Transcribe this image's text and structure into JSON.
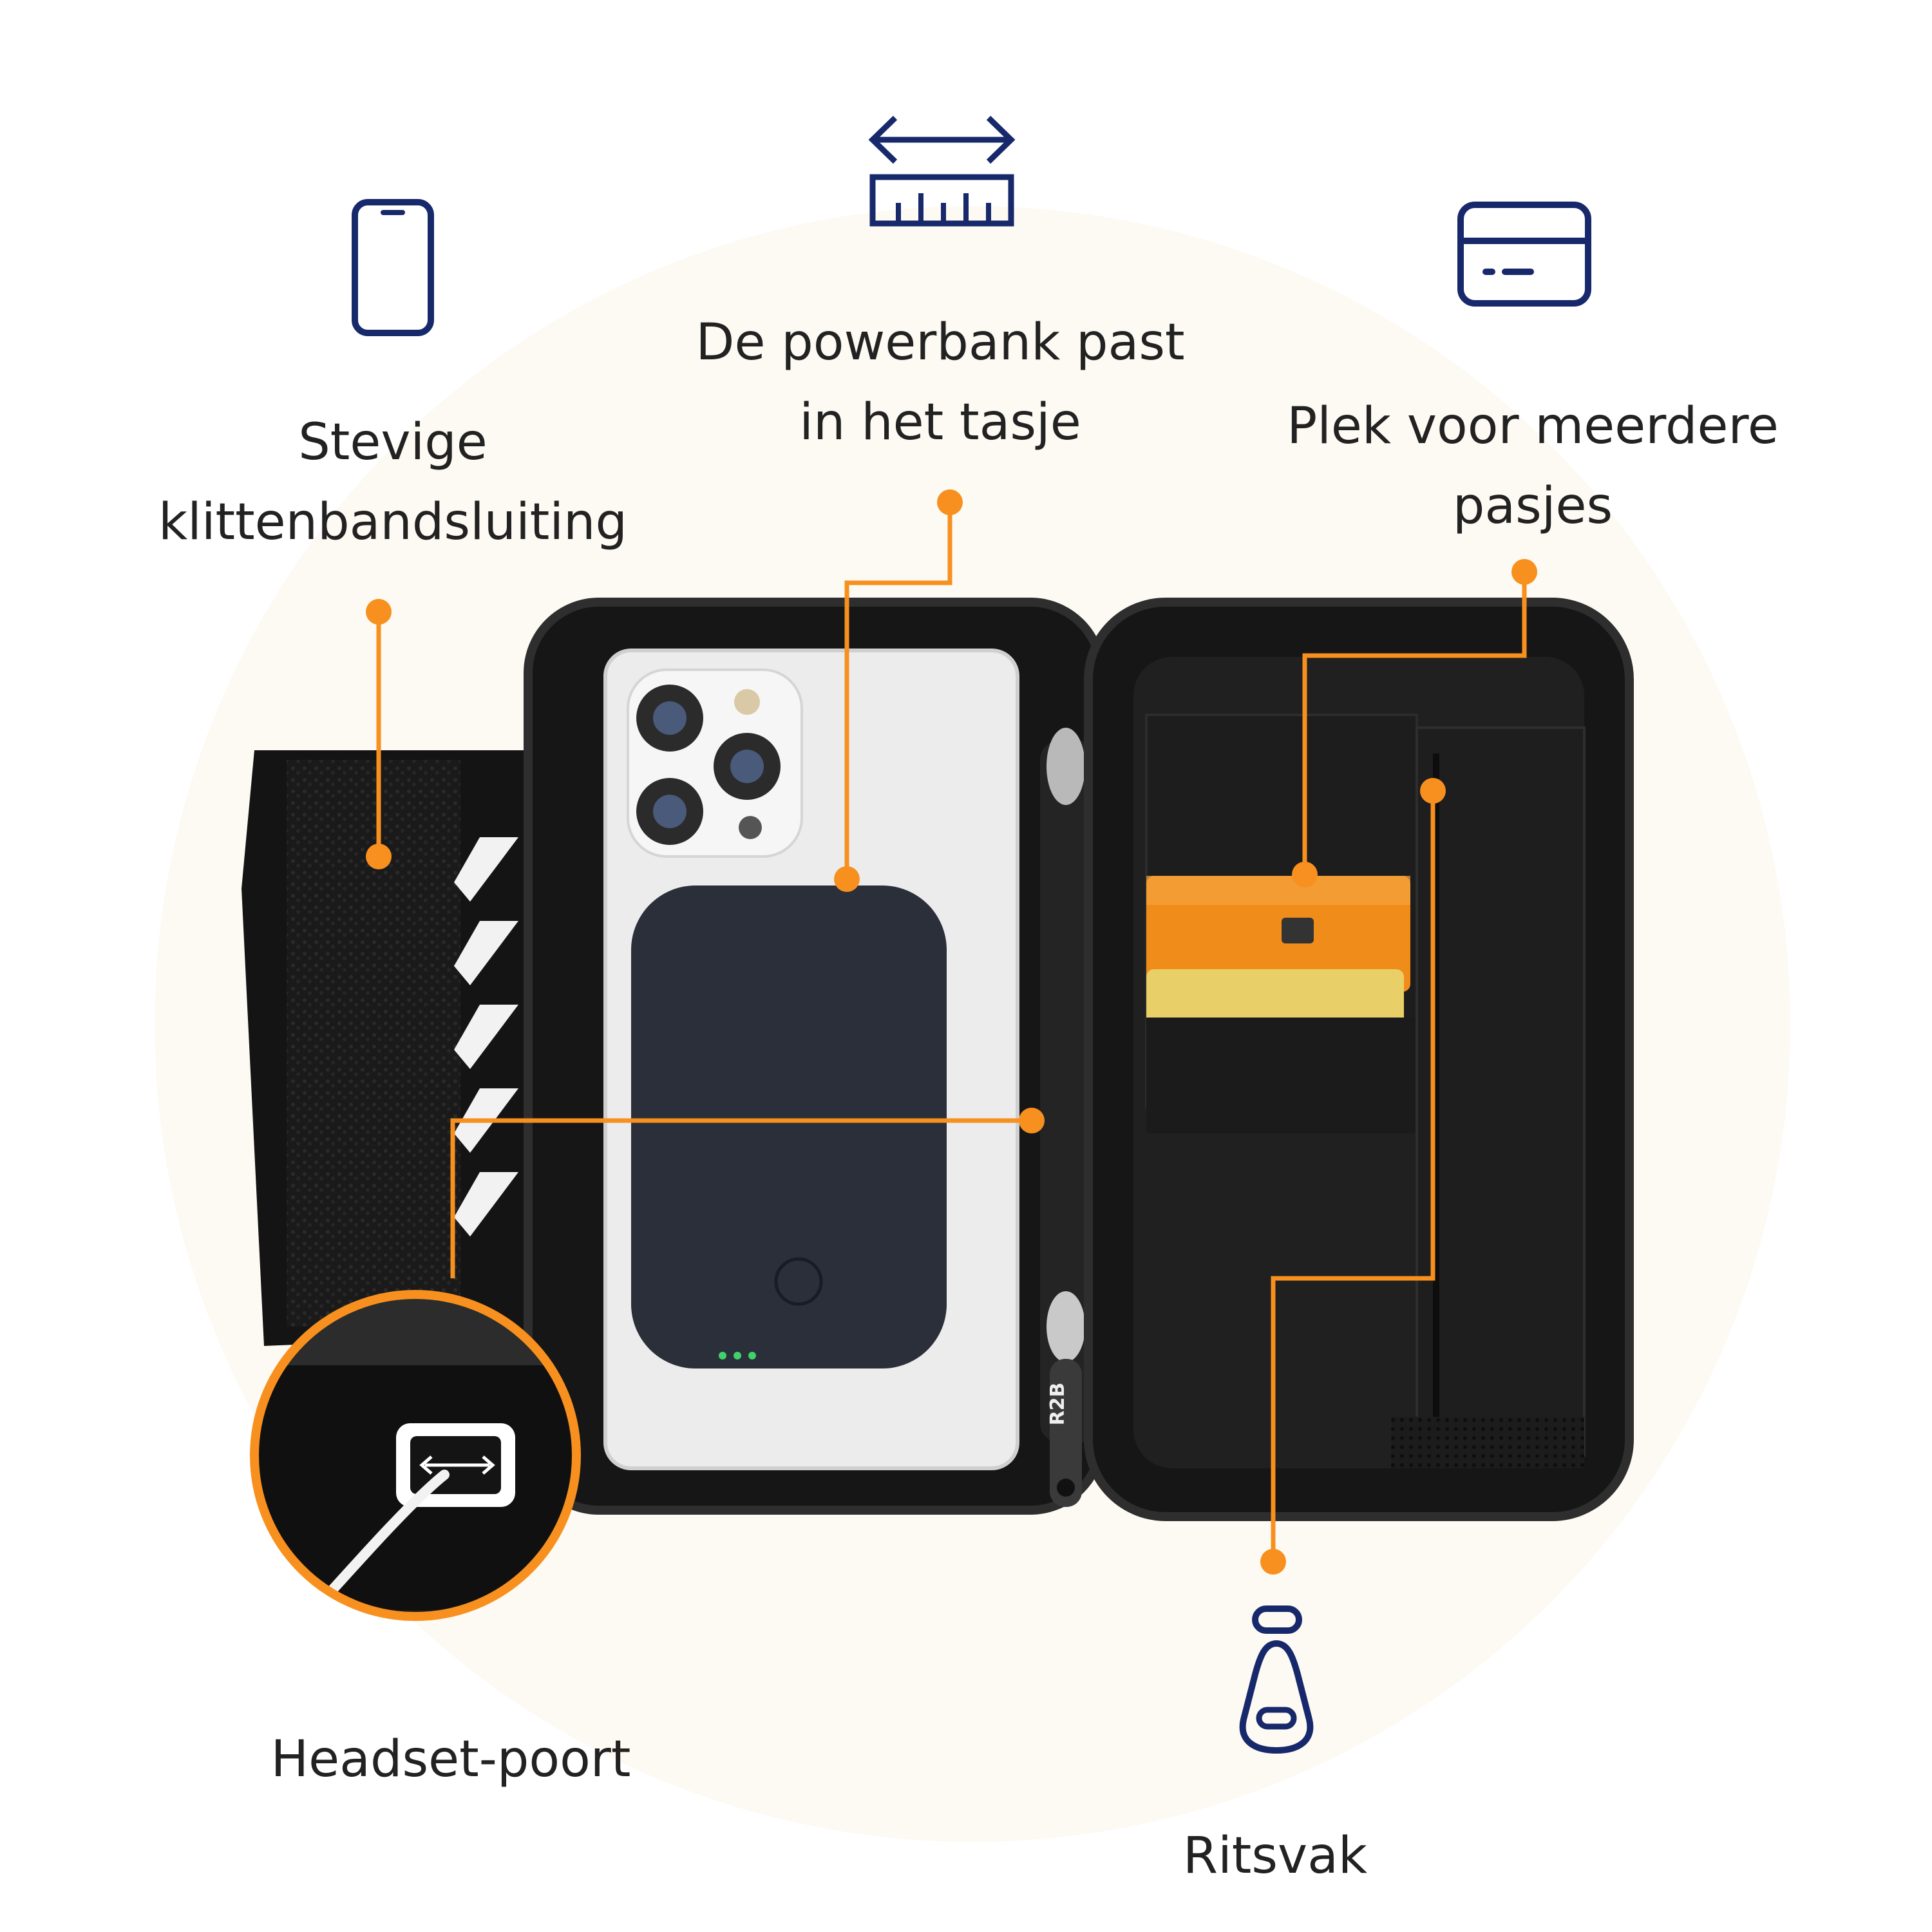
{
  "colors": {
    "background_circle": "#fdfaf3",
    "accent": "#f7901e",
    "icon": "#17296b",
    "text": "#222222",
    "case": "#161616",
    "phone": "#ececec",
    "powerbank": "#2b2f3a",
    "card_orange": "#f08c1a",
    "card_yellow": "#e9cf68"
  },
  "icons": {
    "velcro": "phone-icon",
    "powerbank": "ruler-width-icon",
    "cards": "credit-card-icon",
    "zipper": "zipper-pull-icon"
  },
  "labels": {
    "velcro": {
      "line1": "Stevige",
      "line2": "klittenbandsluiting"
    },
    "powerbank": {
      "line1": "De powerbank past",
      "line2": "in het tasje"
    },
    "cards": {
      "line1": "Plek voor meerdere",
      "line2": "pasjes"
    },
    "headset": "Headset-poort",
    "zipper": "Ritsvak"
  },
  "product": {
    "brand_mark": "R2B"
  }
}
